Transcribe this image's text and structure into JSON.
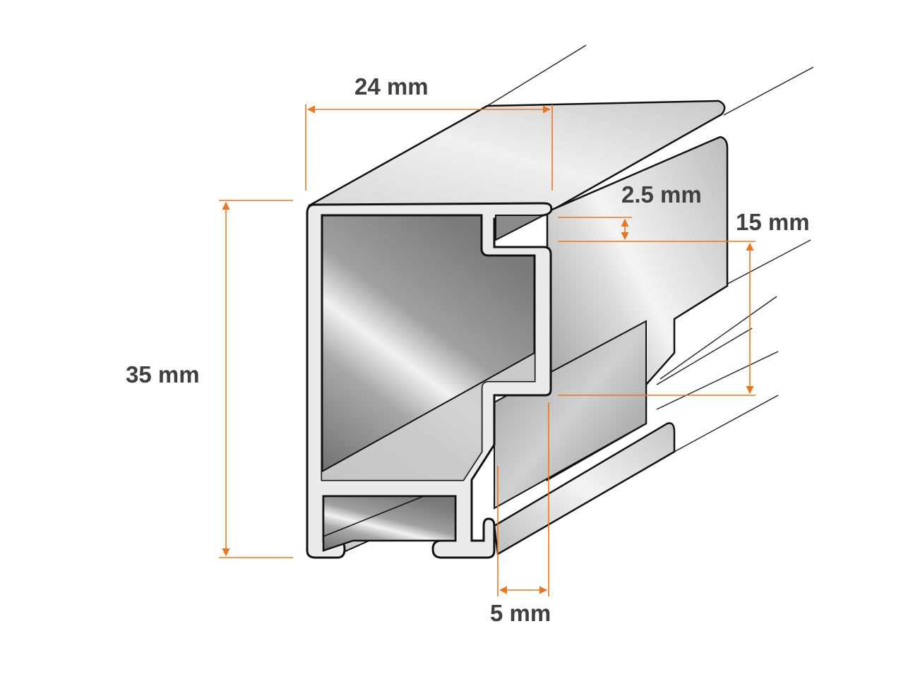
{
  "diagram": {
    "type": "aluminium frame profile cross-section",
    "colors": {
      "dimension": "#e87722",
      "outline": "#111111",
      "metal_light": "#ebebeb",
      "metal_dark": "#7a7a7a",
      "label": "#404040"
    },
    "dimensions": {
      "width": {
        "label": "24 mm",
        "value": 24,
        "unit": "mm"
      },
      "height": {
        "label": "35 mm",
        "value": 35,
        "unit": "mm"
      },
      "lip": {
        "label": "2.5 mm",
        "value": 2.5,
        "unit": "mm"
      },
      "rebate_height": {
        "label": "15 mm",
        "value": 15,
        "unit": "mm"
      },
      "rebate_width": {
        "label": "5 mm",
        "value": 5,
        "unit": "mm"
      }
    }
  }
}
